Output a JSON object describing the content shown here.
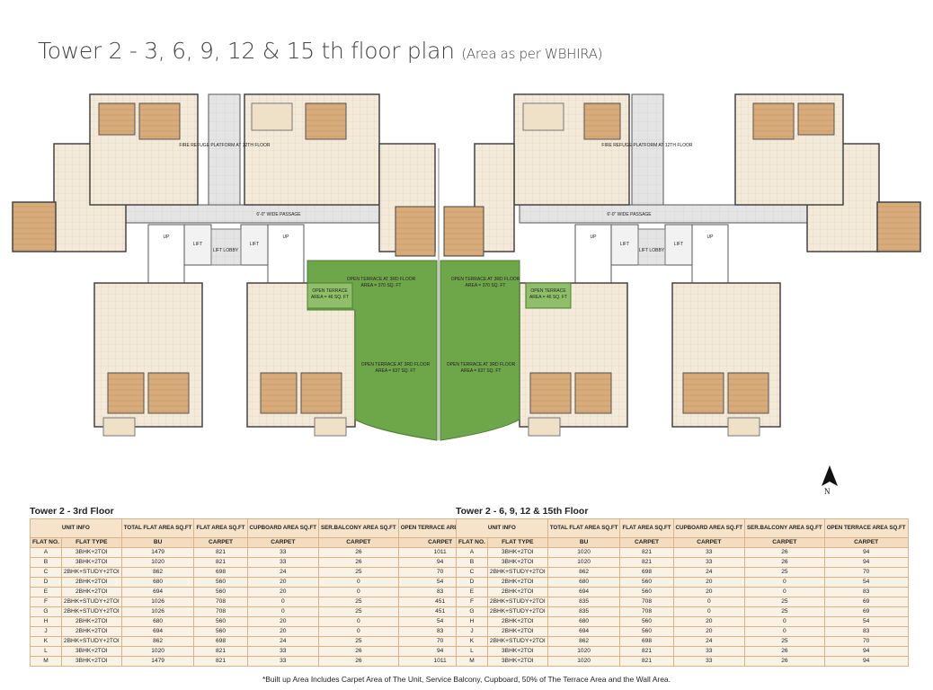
{
  "title": {
    "main": "Tower 2 - 3, 6, 9, 12 & 15 th floor plan",
    "sub": "(Area as per WBHIRA)"
  },
  "plan": {
    "terrace_upper": "OPEN TERRACE AT 3RD FLOOR",
    "terrace_upper_area": "AREA = 370 SQ. FT",
    "terrace_lower": "OPEN TERRACE AT 3RD FLOOR",
    "terrace_lower_area": "AREA = 637 SQ. FT",
    "terrace_small": "OPEN TERRACE",
    "terrace_small_area": "AREA = 46 SQ. FT",
    "fire_refuge": "FIRE REFUGE PLATFORM AT 12TH FLOOR",
    "passage": "6'-0\" WIDE PASSAGE",
    "lift_lobby": "LIFT LOBBY",
    "lift": "LIFT",
    "up": "UP",
    "compass_n": "N"
  },
  "headers": {
    "unit_info": "UNIT INFO",
    "total": "TOTAL FLAT AREA SQ.FT",
    "flat_area": "FLAT AREA SQ.FT",
    "cupboard": "CUPBOARD AREA SQ.FT",
    "ser_balcony": "SER.BALCONY AREA SQ.FT",
    "terrace": "OPEN TERRACE AREA SQ.FT",
    "flat_no": "FLAT NO.",
    "flat_type": "FLAT TYPE",
    "bu": "BU",
    "carpet": "CARPET"
  },
  "table1": {
    "title": "Tower 2 - 3rd Floor",
    "rows": [
      [
        "A",
        "3BHK+2TOI",
        "1479",
        "821",
        "33",
        "26",
        "1011"
      ],
      [
        "B",
        "3BHK+2TOI",
        "1020",
        "821",
        "33",
        "26",
        "94"
      ],
      [
        "C",
        "2BHK+STUDY+2TOI",
        "862",
        "698",
        "24",
        "25",
        "70"
      ],
      [
        "D",
        "2BHK+2TOI",
        "680",
        "560",
        "20",
        "0",
        "54"
      ],
      [
        "E",
        "2BHK+2TOI",
        "694",
        "560",
        "20",
        "0",
        "83"
      ],
      [
        "F",
        "2BHK+STUDY+2TOI",
        "1026",
        "708",
        "0",
        "25",
        "451"
      ],
      [
        "G",
        "2BHK+STUDY+2TOI",
        "1026",
        "708",
        "0",
        "25",
        "451"
      ],
      [
        "H",
        "2BHK+2TOI",
        "680",
        "560",
        "20",
        "0",
        "54"
      ],
      [
        "J",
        "2BHK+2TOI",
        "694",
        "560",
        "20",
        "0",
        "83"
      ],
      [
        "K",
        "2BHK+STUDY+2TOI",
        "862",
        "698",
        "24",
        "25",
        "70"
      ],
      [
        "L",
        "3BHK+2TOI",
        "1020",
        "821",
        "33",
        "26",
        "94"
      ],
      [
        "M",
        "3BHK+2TOI",
        "1479",
        "821",
        "33",
        "26",
        "1011"
      ]
    ]
  },
  "table2": {
    "title": "Tower 2 - 6, 9, 12 & 15th Floor",
    "rows": [
      [
        "A",
        "3BHK+2TOI",
        "1020",
        "821",
        "33",
        "26",
        "94"
      ],
      [
        "B",
        "3BHK+2TOI",
        "1020",
        "821",
        "33",
        "26",
        "94"
      ],
      [
        "C",
        "2BHK+STUDY+2TOI",
        "862",
        "698",
        "24",
        "25",
        "70"
      ],
      [
        "D",
        "2BHK+2TOI",
        "680",
        "560",
        "20",
        "0",
        "54"
      ],
      [
        "E",
        "2BHK+2TOI",
        "694",
        "560",
        "20",
        "0",
        "83"
      ],
      [
        "F",
        "2BHK+STUDY+2TOI",
        "835",
        "708",
        "0",
        "25",
        "69"
      ],
      [
        "G",
        "2BHK+STUDY+2TOI",
        "835",
        "708",
        "0",
        "25",
        "69"
      ],
      [
        "H",
        "2BHK+2TOI",
        "680",
        "560",
        "20",
        "0",
        "54"
      ],
      [
        "J",
        "2BHK+2TOI",
        "694",
        "560",
        "20",
        "0",
        "83"
      ],
      [
        "K",
        "2BHK+STUDY+2TOI",
        "862",
        "698",
        "24",
        "25",
        "70"
      ],
      [
        "L",
        "3BHK+2TOI",
        "1020",
        "821",
        "33",
        "26",
        "94"
      ],
      [
        "M",
        "3BHK+2TOI",
        "1020",
        "821",
        "33",
        "26",
        "94"
      ]
    ]
  },
  "footnote": "*Built up Area Includes Carpet Area of The Unit, Service Balcony, Cupboard, 50% of The Terrace Area and the Wall Area.",
  "colors": {
    "terrace": "#6ea64a",
    "wood": "#d6a776",
    "tile": "#f3e6d3",
    "table_border": "#d9b48a"
  }
}
